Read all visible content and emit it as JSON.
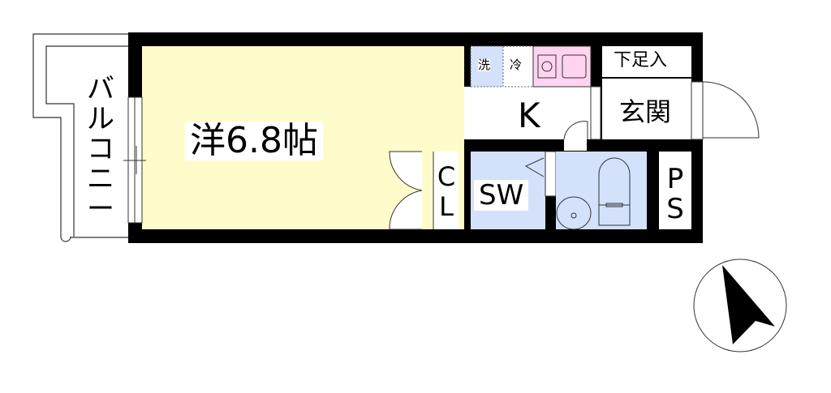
{
  "rooms": {
    "western_room": "洋6.8帖",
    "kitchen": "K",
    "entrance": "玄関",
    "shoe_storage": "下足入",
    "closet": [
      "C",
      "L"
    ],
    "washroom": "SW",
    "pipe_space": [
      "P",
      "S"
    ],
    "balcony": [
      "バ",
      "ル",
      "コ",
      "ニ",
      "ー"
    ],
    "washer": "洗",
    "fridge": "冷"
  },
  "colors": {
    "wall": "#000000",
    "western_room": "#fffccc",
    "wet_area": "#d4e1fb",
    "stove": "#ffd4f0"
  },
  "compass": {
    "icon": "north-arrow-icon"
  }
}
